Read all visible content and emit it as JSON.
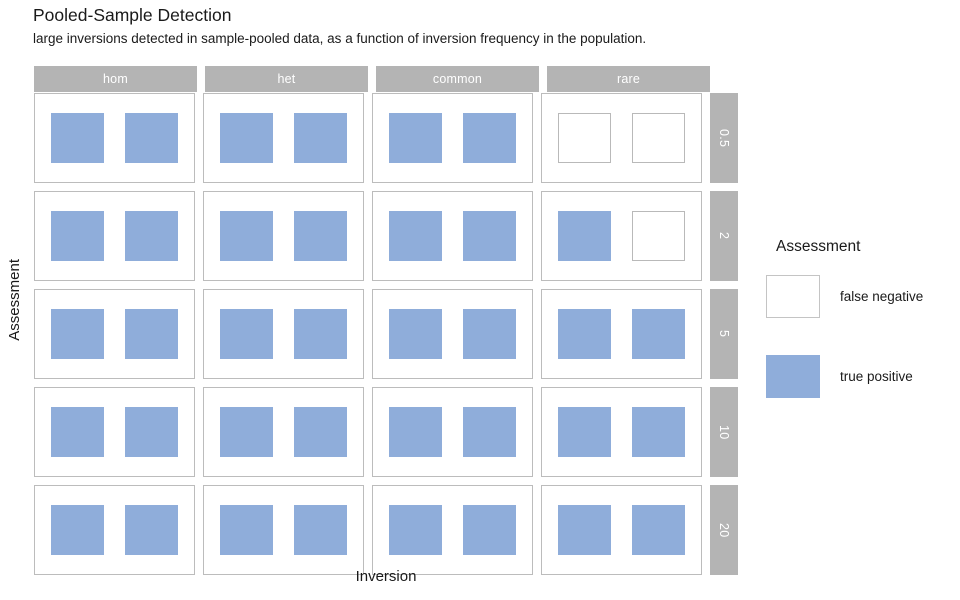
{
  "header": {
    "title": "Pooled-Sample Detection",
    "subtitle": "large inversions detected in sample-pooled data, as a function of inversion frequency in the population."
  },
  "axes": {
    "x_title": "Inversion",
    "y_title": "Assessment"
  },
  "legend": {
    "title": "Assessment",
    "items": [
      {
        "label": "false negative",
        "swatch": "false-negative",
        "color": "#ffffff"
      },
      {
        "label": "true positive",
        "swatch": "true-positive",
        "color": "#8fadda"
      }
    ]
  },
  "chart_data": {
    "type": "heatmap",
    "title": "Pooled-Sample Detection",
    "subtitle": "large inversions detected in sample-pooled data, as a function of inversion frequency in the population.",
    "xlabel": "Inversion",
    "ylabel": "Assessment",
    "legend_title": "Assessment",
    "legend_position": "right",
    "grid": false,
    "col_facets": [
      "hom",
      "het",
      "common",
      "rare"
    ],
    "row_facets": [
      "0.5",
      "2",
      "5",
      "10",
      "20"
    ],
    "tiles_per_panel": 2,
    "categories": [
      "false negative",
      "true positive"
    ],
    "colors": {
      "false negative": "#ffffff",
      "true positive": "#8fadda"
    },
    "panels": [
      {
        "row": "0.5",
        "col": "hom",
        "tiles": [
          "true positive",
          "true positive"
        ]
      },
      {
        "row": "0.5",
        "col": "het",
        "tiles": [
          "true positive",
          "true positive"
        ]
      },
      {
        "row": "0.5",
        "col": "common",
        "tiles": [
          "true positive",
          "true positive"
        ]
      },
      {
        "row": "0.5",
        "col": "rare",
        "tiles": [
          "false negative",
          "false negative"
        ]
      },
      {
        "row": "2",
        "col": "hom",
        "tiles": [
          "true positive",
          "true positive"
        ]
      },
      {
        "row": "2",
        "col": "het",
        "tiles": [
          "true positive",
          "true positive"
        ]
      },
      {
        "row": "2",
        "col": "common",
        "tiles": [
          "true positive",
          "true positive"
        ]
      },
      {
        "row": "2",
        "col": "rare",
        "tiles": [
          "true positive",
          "false negative"
        ]
      },
      {
        "row": "5",
        "col": "hom",
        "tiles": [
          "true positive",
          "true positive"
        ]
      },
      {
        "row": "5",
        "col": "het",
        "tiles": [
          "true positive",
          "true positive"
        ]
      },
      {
        "row": "5",
        "col": "common",
        "tiles": [
          "true positive",
          "true positive"
        ]
      },
      {
        "row": "5",
        "col": "rare",
        "tiles": [
          "true positive",
          "true positive"
        ]
      },
      {
        "row": "10",
        "col": "hom",
        "tiles": [
          "true positive",
          "true positive"
        ]
      },
      {
        "row": "10",
        "col": "het",
        "tiles": [
          "true positive",
          "true positive"
        ]
      },
      {
        "row": "10",
        "col": "common",
        "tiles": [
          "true positive",
          "true positive"
        ]
      },
      {
        "row": "10",
        "col": "rare",
        "tiles": [
          "true positive",
          "true positive"
        ]
      },
      {
        "row": "20",
        "col": "hom",
        "tiles": [
          "true positive",
          "true positive"
        ]
      },
      {
        "row": "20",
        "col": "het",
        "tiles": [
          "true positive",
          "true positive"
        ]
      },
      {
        "row": "20",
        "col": "common",
        "tiles": [
          "true positive",
          "true positive"
        ]
      },
      {
        "row": "20",
        "col": "rare",
        "tiles": [
          "true positive",
          "true positive"
        ]
      }
    ]
  }
}
